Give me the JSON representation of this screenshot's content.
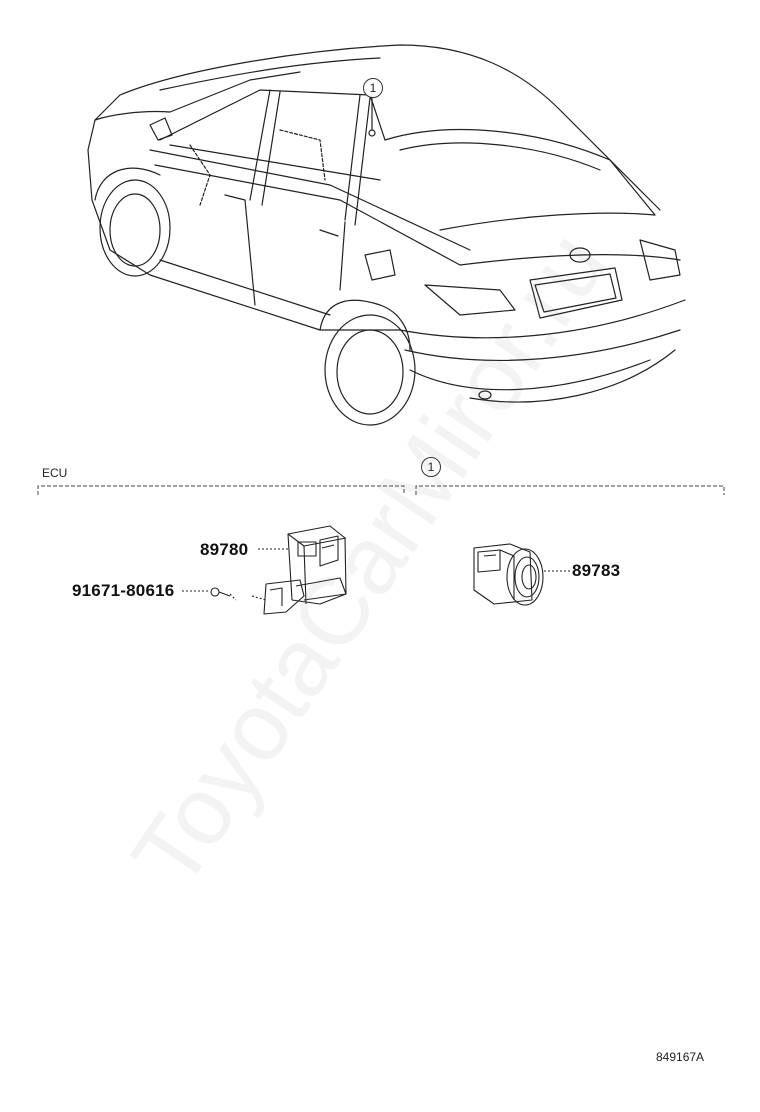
{
  "callout_number": "1",
  "sections": {
    "left_label": "ECU",
    "right_callout": "1"
  },
  "parts": {
    "ecu": "89780",
    "bolt": "91671-80616",
    "sensor": "89783"
  },
  "diagram_id": "849167A",
  "watermark": "ToyotaCarMiror.ru",
  "colors": {
    "line": "#222222",
    "background": "#ffffff"
  }
}
